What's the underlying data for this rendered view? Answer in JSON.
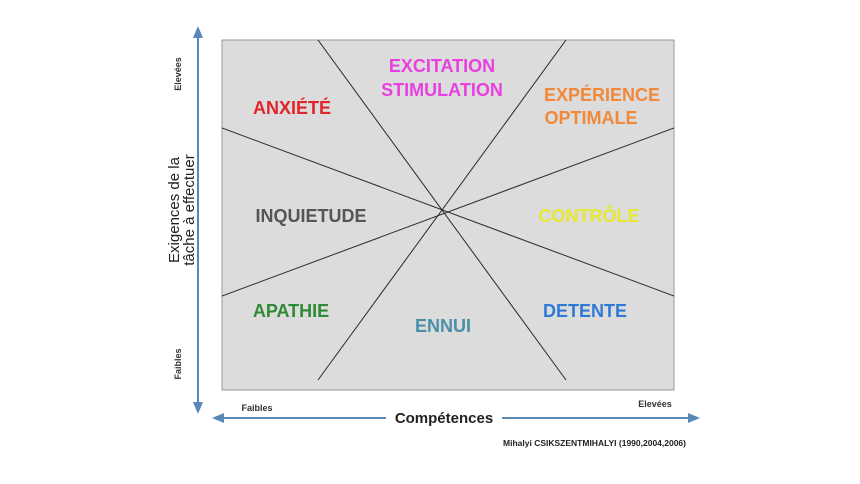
{
  "colors": {
    "panel": "#dcdcdc",
    "arrow": "#5b87b7",
    "anxiete": "#e0242a",
    "excitation": "#e840e0",
    "experience": "#f2883a",
    "inquietude": "#555555",
    "controle": "#e8e832",
    "apathie": "#2f8a35",
    "ennui": "#4a8fa8",
    "detente": "#2e7ad6"
  },
  "zones": {
    "anxiete": "ANXIÉTÉ",
    "excitation_1": "EXCITATION",
    "excitation_2": "STIMULATION",
    "experience_1": "EXPÉRIENCE",
    "experience_2": "OPTIMALE",
    "inquietude": "INQUIETUDE",
    "controle": "CONTRÔLE",
    "apathie": "APATHIE",
    "ennui": "ENNUI",
    "detente": "DETENTE"
  },
  "y_axis": {
    "title_line1": "Exigences de la",
    "title_line2": "tâche à effectuer",
    "high": "Elevées",
    "low": "Faibles"
  },
  "x_axis": {
    "title": "Compétences",
    "low": "Faibles",
    "high": "Elevées"
  },
  "citation": "Mihalyi CSIKSZENTMIHALYI (1990,2004,2006)"
}
